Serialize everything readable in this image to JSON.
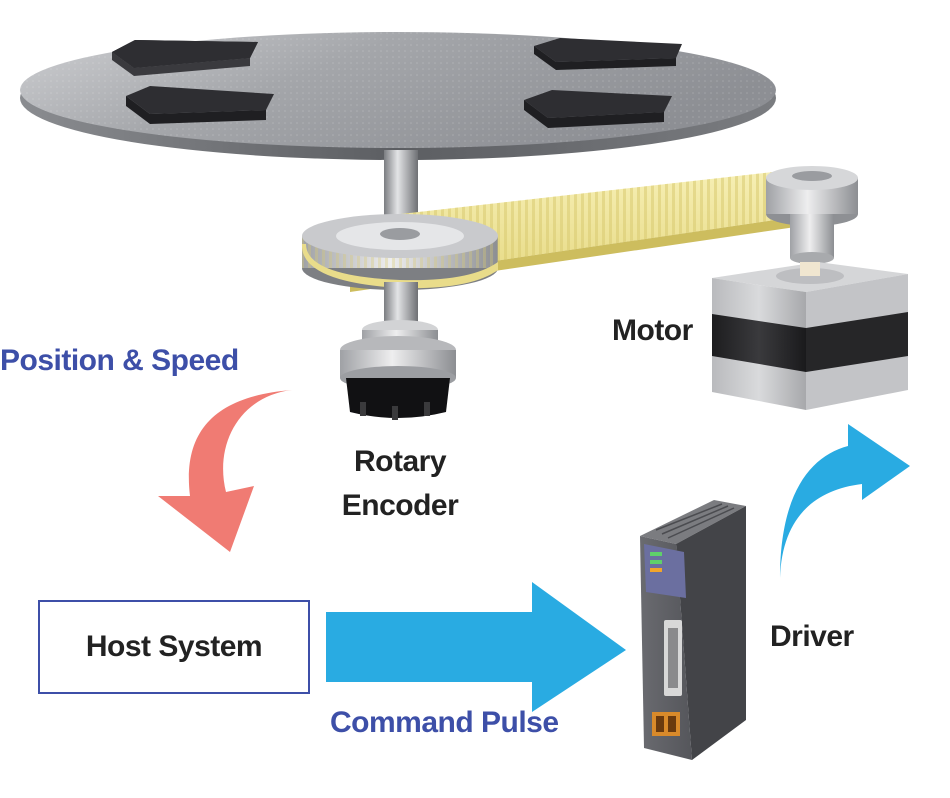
{
  "labels": {
    "position_speed": "Position & Speed",
    "motor": "Motor",
    "rotary_encoder_line1": "Rotary",
    "rotary_encoder_line2": "Encoder",
    "host_system": "Host System",
    "command_pulse": "Command Pulse",
    "driver": "Driver"
  },
  "colors": {
    "label_blue": "#3d4fa8",
    "label_dark": "#222222",
    "feedback_arrow": "#f07b73",
    "command_arrow": "#29abe2",
    "belt": "#f3eba0",
    "table_top": "#a8aaae",
    "pads": "#2d2d30",
    "driver_body": "#58595e",
    "driver_panel": "#6b6fa0"
  },
  "icons": {
    "feedback_arrow": "curved-arrow-down-left-icon",
    "command_arrow": "arrow-right-icon",
    "drive_arrow": "curved-arrow-up-icon"
  }
}
